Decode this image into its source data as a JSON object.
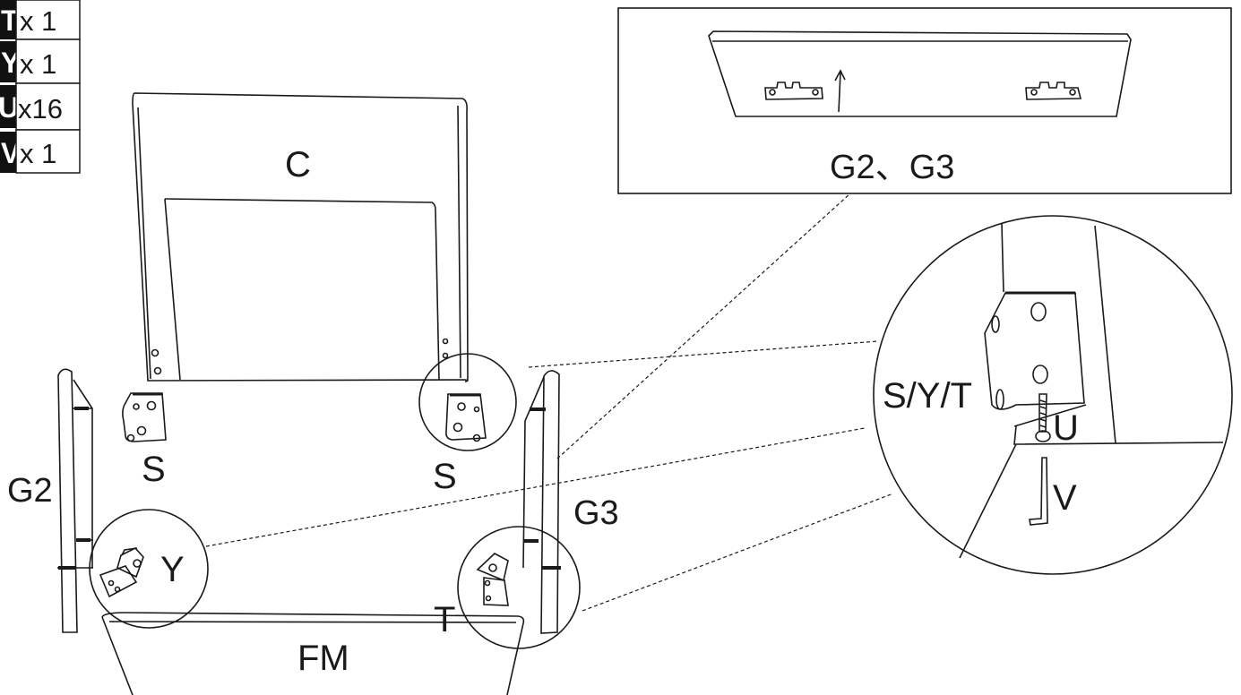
{
  "parts_list": [
    {
      "code": "T",
      "qty": "x 1"
    },
    {
      "code": "Y",
      "qty": "x 1"
    },
    {
      "code": "U",
      "qty": "x16"
    },
    {
      "code": "V",
      "qty": "x 1"
    }
  ],
  "labels": {
    "back_panel": "C",
    "left_bracket": "S",
    "right_bracket": "S",
    "left_leg": "G2",
    "right_leg": "G3",
    "front_panel": "FM",
    "corner_y": "Y",
    "corner_t": "T",
    "inset_caption": "G2、G3",
    "zoom_brackets": "S/Y/T",
    "zoom_screw": "U",
    "zoom_key": "V"
  },
  "colors": {
    "ink": "#1a1a1a",
    "badge": "#111111",
    "paper": "#ffffff"
  }
}
